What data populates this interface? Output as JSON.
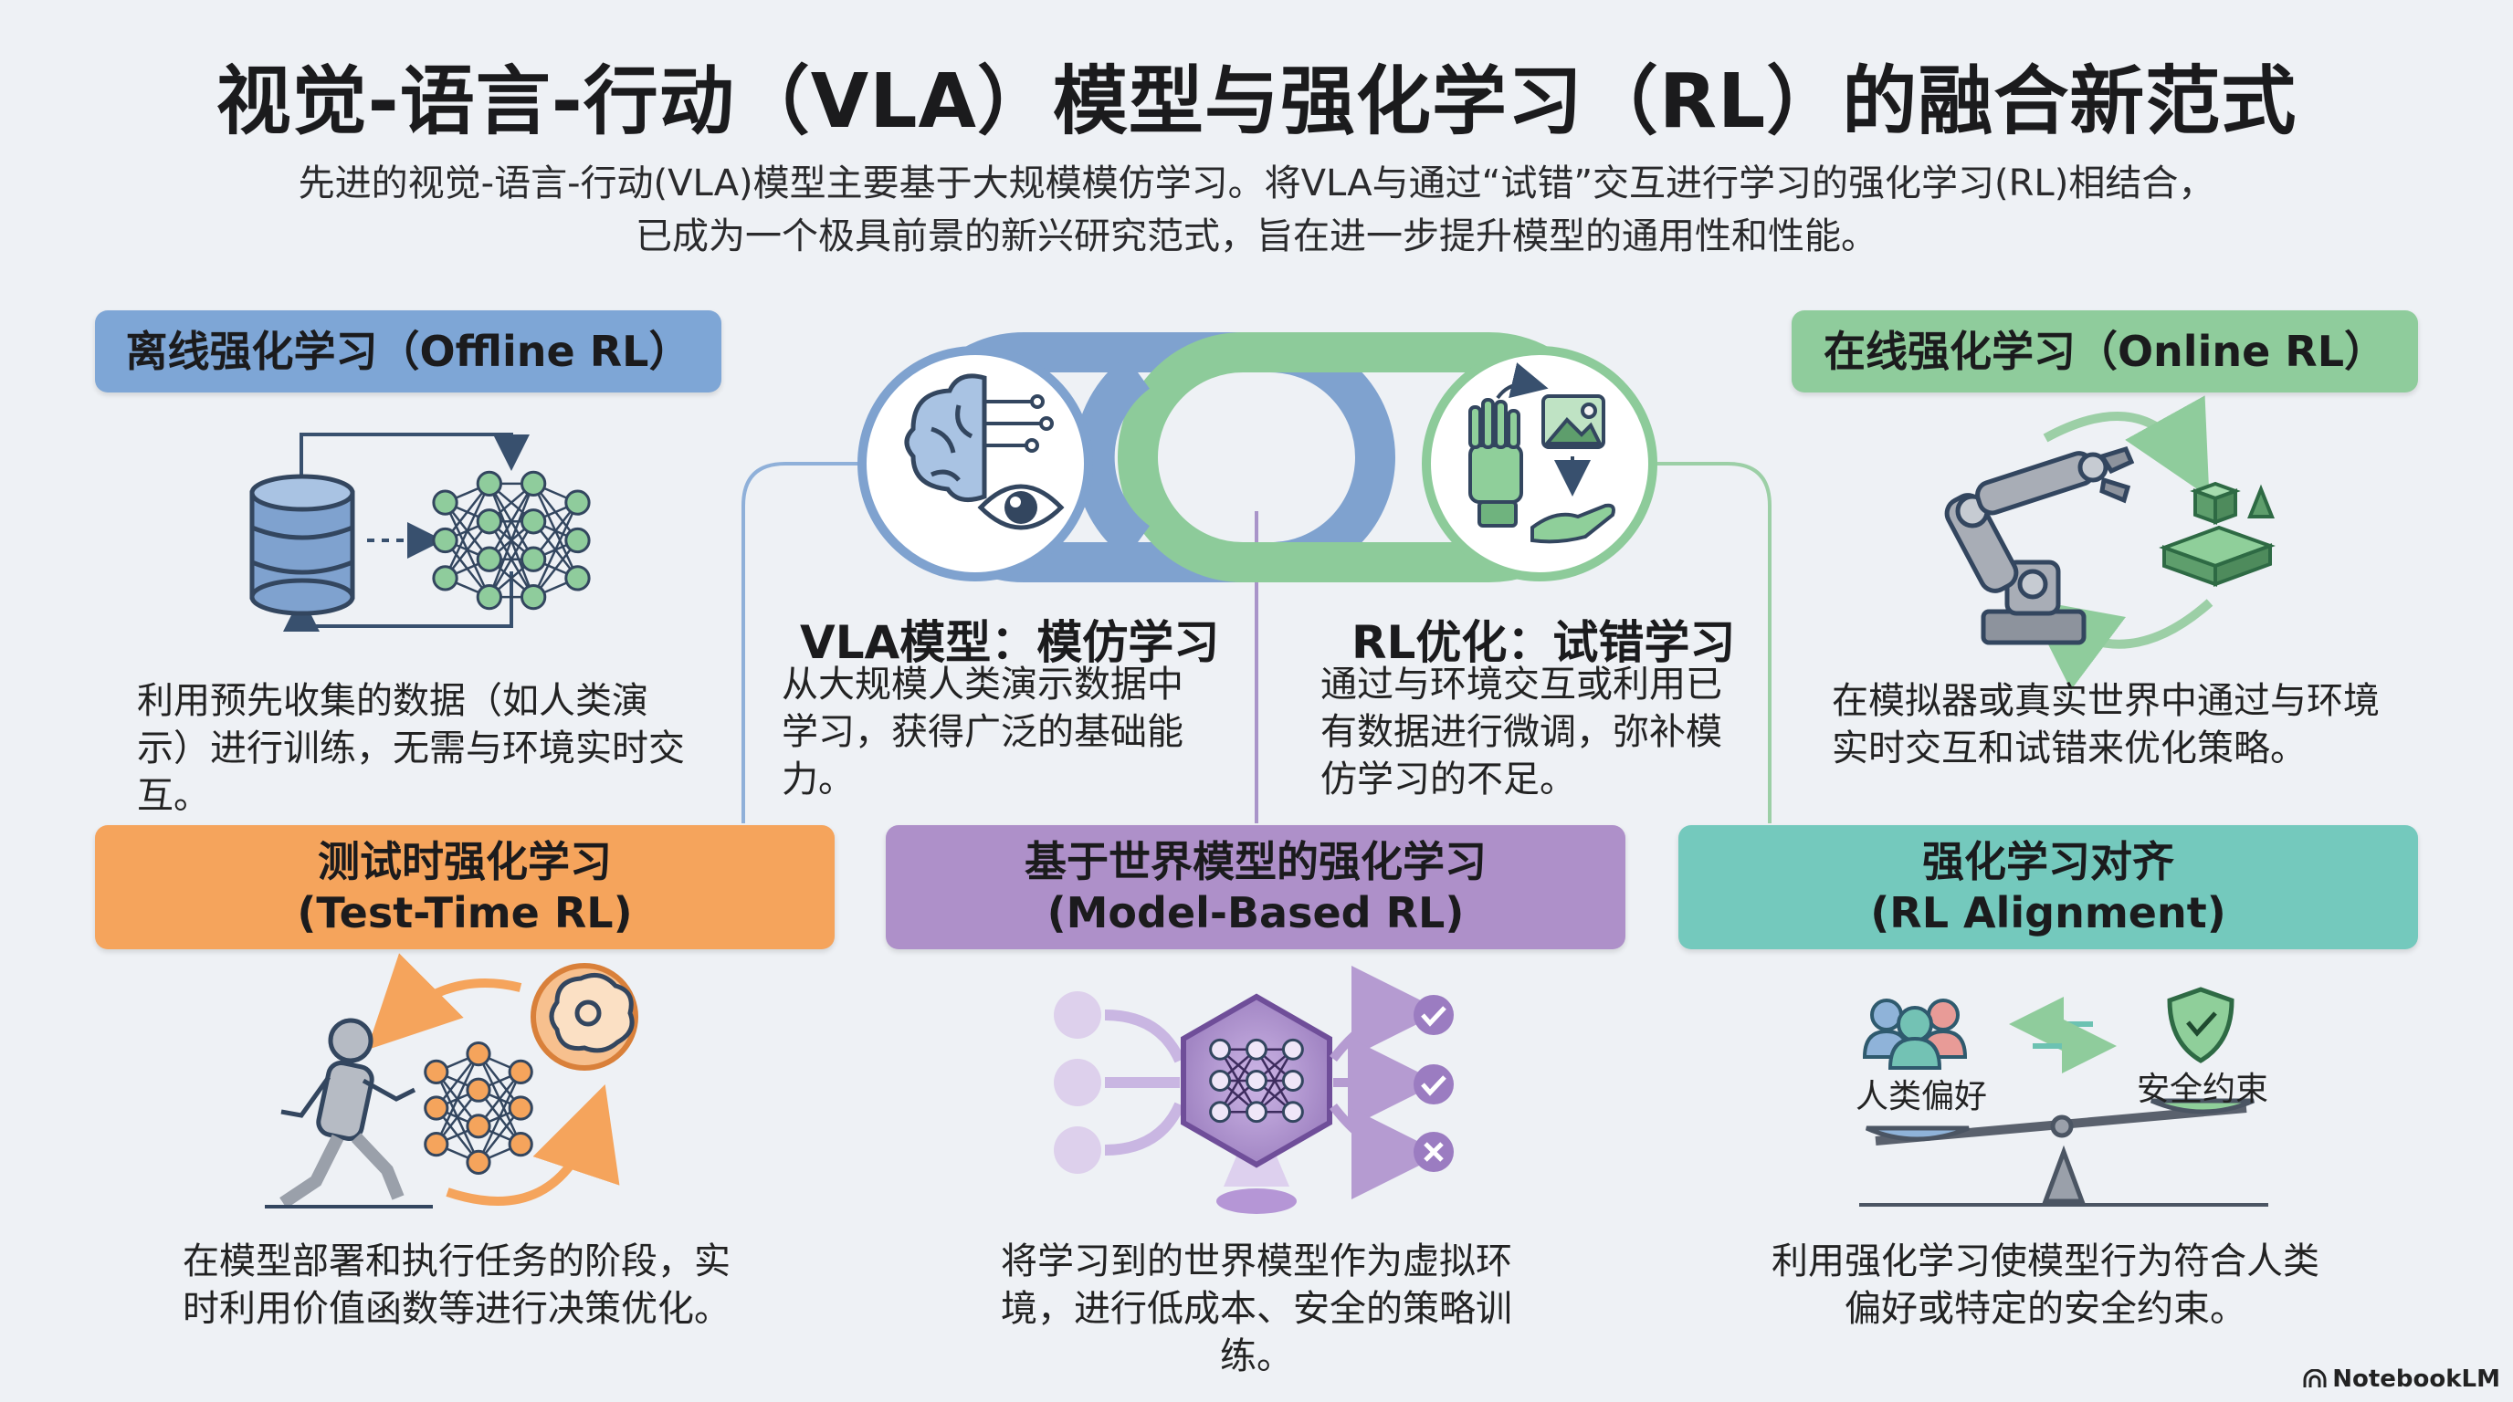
{
  "header": {
    "title": "视觉-语言-行动（VLA）模型与强化学习（RL）的融合新范式",
    "subtitle": "先进的视觉-语言-行动(VLA)模型主要基于大规模模仿学习。将VLA与通过“试错”交互进行学习的强化学习(RL)相结合，已成为一个极具前景的新兴研究范式，旨在进一步提升模型的通用性和性能。"
  },
  "center": {
    "vla": {
      "heading": "VLA模型：模仿学习",
      "desc": "从大规模人类演示数据中学习，获得广泛的基础能力。"
    },
    "rl": {
      "heading": "RL优化：试错学习",
      "desc": "通过与环境交互或利用已有数据进行微调，弥补模仿学习的不足。"
    }
  },
  "offline": {
    "label": "离线强化学习（Offline RL）",
    "desc": "利用预先收集的数据（如人类演示）进行训练，无需与环境实时交互。"
  },
  "online": {
    "label": "在线强化学习（Online RL）",
    "desc": "在模拟器或真实世界中通过与环境实时交互和试错来优化策略。"
  },
  "test_time": {
    "label_line1": "测试时强化学习",
    "label_line2": "(Test-Time RL)",
    "desc": "在模型部署和执行任务的阶段，实时利用价值函数等进行决策优化。"
  },
  "model_based": {
    "label_line1": "基于世界模型的强化学习",
    "label_line2": "(Model-Based RL)",
    "desc": "将学习到的世界模型作为虚拟环境，进行低成本、安全的策略训练。"
  },
  "alignment": {
    "label_line1": "强化学习对齐",
    "label_line2": "(RL Alignment)",
    "desc": "利用强化学习使模型行为符合人类偏好或特定的安全约束。",
    "left_tag": "人类偏好",
    "right_tag": "安全约束"
  },
  "footer": {
    "brand": "NotebookLM"
  },
  "colors": {
    "blue": "#7ea6d6",
    "green": "#8fcc9c",
    "orange": "#f5a45c",
    "purple": "#ae90c9",
    "teal": "#74c9bd",
    "link_blue": "#6f95c6",
    "link_green": "#7fbf8d"
  }
}
